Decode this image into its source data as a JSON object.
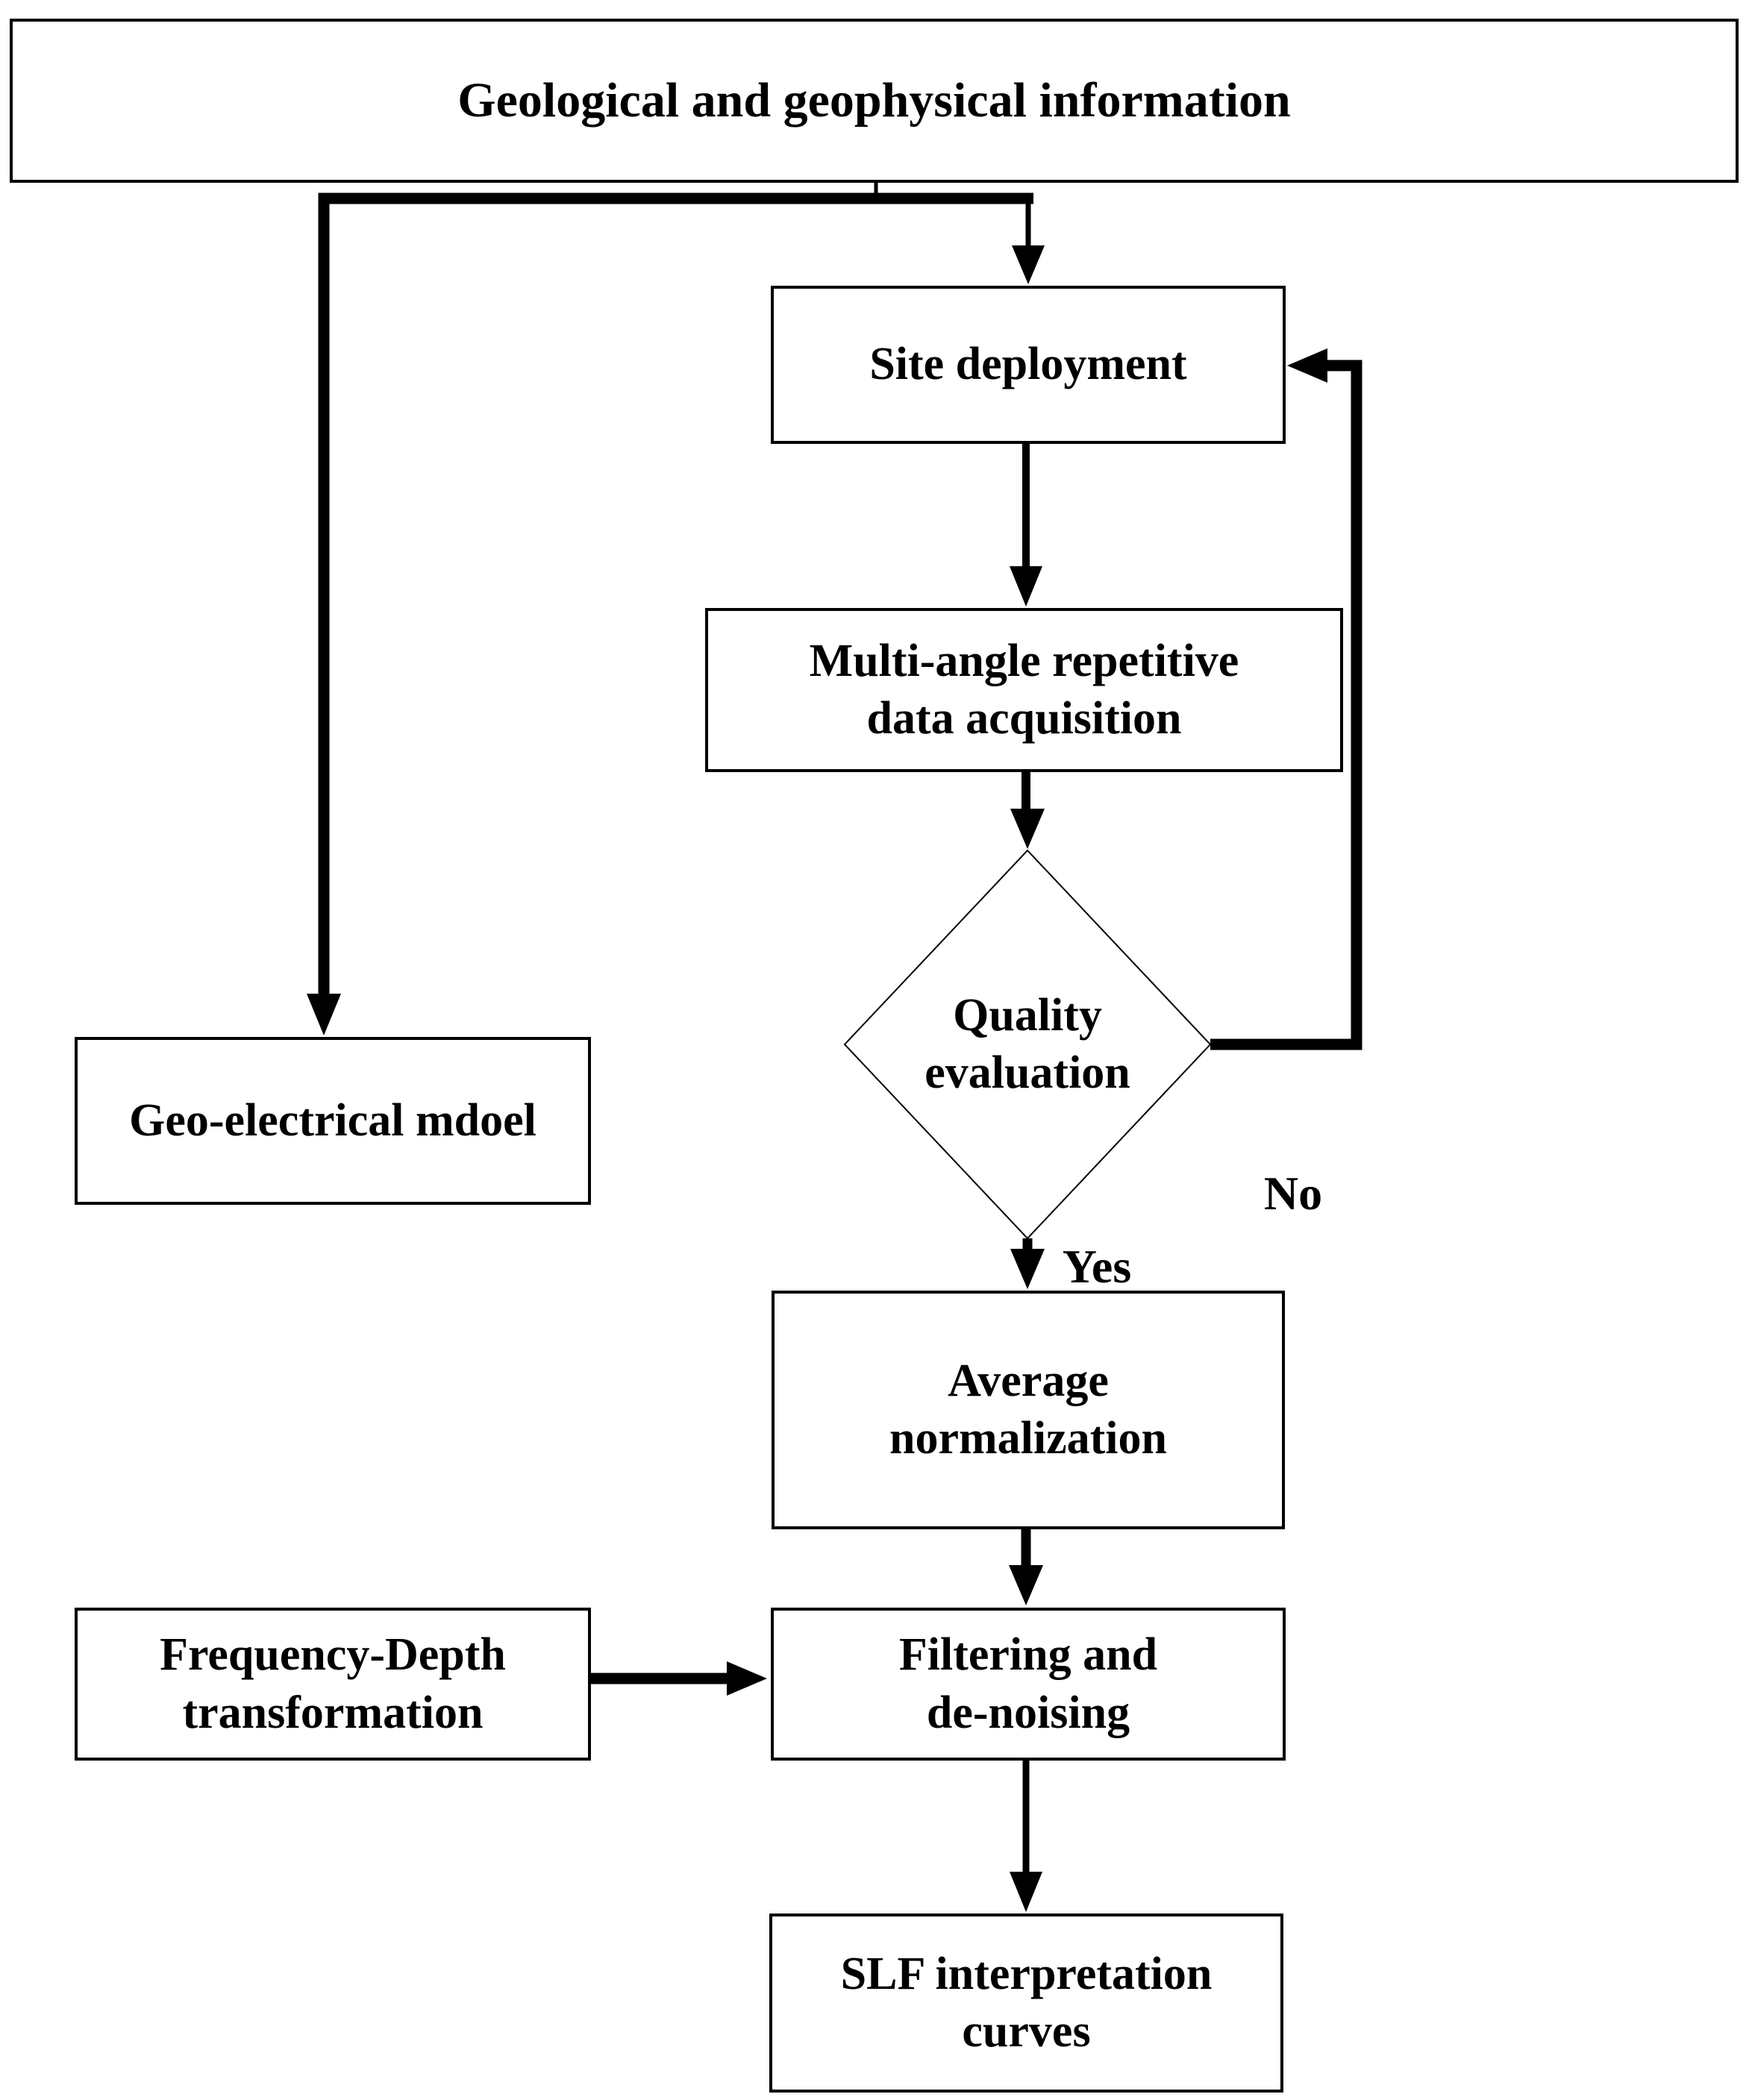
{
  "diagram": {
    "title": "Geological and geophysical information",
    "nodes": {
      "site_deployment": {
        "label": "Site deployment"
      },
      "multi_angle": {
        "label": "Multi-angle repetitive\ndata acquisition"
      },
      "quality_evaluation": {
        "label": "Quality\nevaluation"
      },
      "geo_electrical_model": {
        "label": "Geo-electrical mdoel"
      },
      "average_normalization": {
        "label": "Average\nnormalization"
      },
      "frequency_depth": {
        "label": "Frequency-Depth\ntransformation"
      },
      "filtering_denoising": {
        "label": "Filtering and\nde-noising"
      },
      "slf_curves": {
        "label": "SLF interpretation\ncurves"
      }
    },
    "edge_labels": {
      "yes": "Yes",
      "no": "No"
    },
    "colors": {
      "ink": "#000000",
      "background": "#ffffff"
    }
  }
}
